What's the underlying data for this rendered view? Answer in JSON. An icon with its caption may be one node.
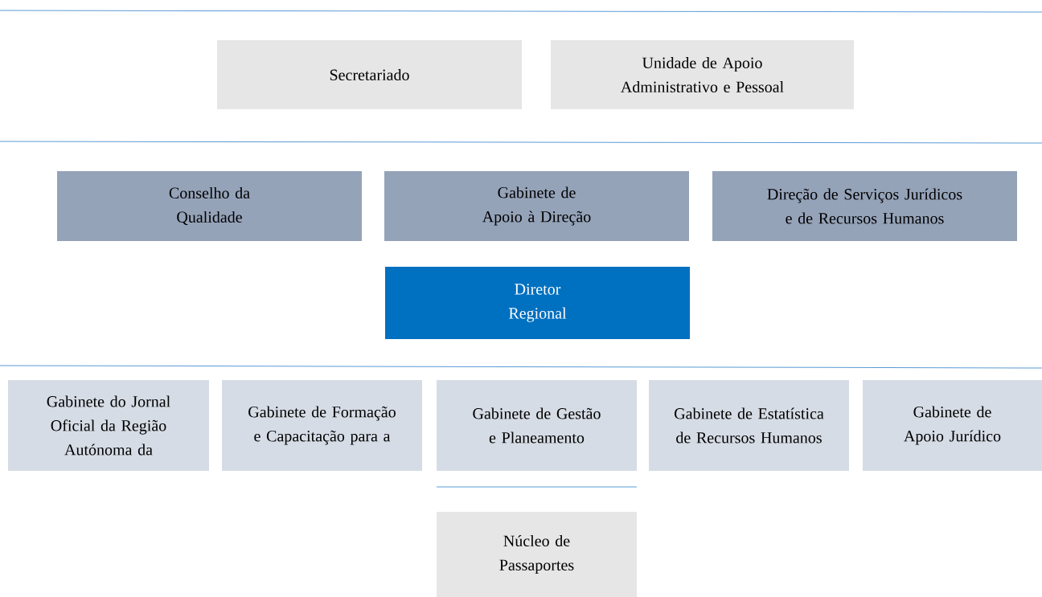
{
  "diagram": {
    "nodes": [
      {
        "text": [
          "Secretariado"
        ]
      },
      {
        "text": [
          "Unidade de Apoio Administrativo e Pessoal"
        ]
      },
      {
        "text": [
          "Conselho da Qualidade"
        ]
      },
      {
        "text": [
          "Gabinete de Apoio à Direção"
        ]
      },
      {
        "text": [
          "Direção de Serviços Jurídicos e de Recursos Humanos"
        ]
      },
      {
        "text": [
          "Diretor Regional"
        ]
      },
      {
        "text": [
          "Gabinete do Jornal Oficial da Região Autónoma da"
        ]
      },
      {
        "text": [
          "Gabinete de Formação e Capacitação para a"
        ]
      },
      {
        "text": [
          "Gabinete de Gestão e Planeamento"
        ]
      },
      {
        "text": [
          "Gabinete de Estatística de Recursos Humanos"
        ]
      },
      {
        "text": [
          "Gabinete de Apoio Jurídico"
        ]
      },
      {
        "text": [
          "Núcleo de Passaportes"
        ]
      }
    ]
  }
}
